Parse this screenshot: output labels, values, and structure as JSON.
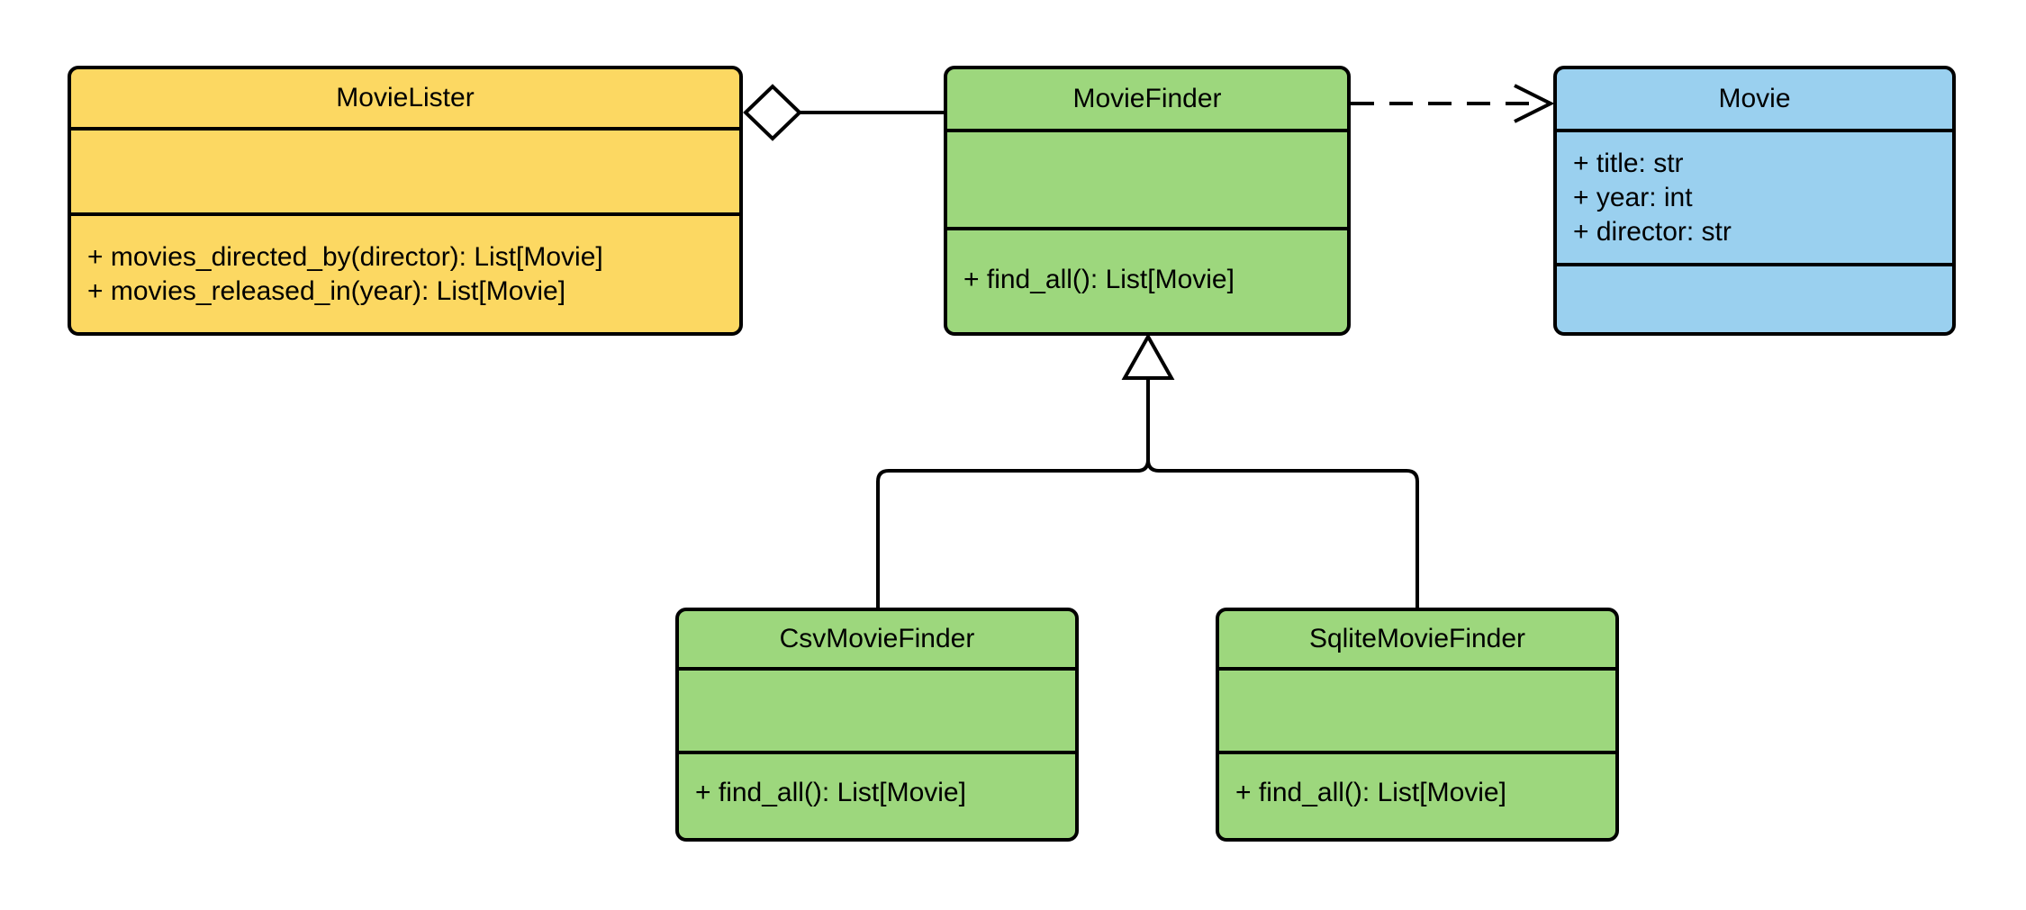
{
  "diagram": {
    "type": "uml-class-diagram",
    "colors": {
      "yellow_fill": "#FCD862",
      "green_fill": "#9DD77D",
      "blue_fill": "#9AD0EF",
      "stroke": "#000000",
      "background": "#FFFFFF"
    },
    "classes": {
      "movie_lister": {
        "name": "MovieLister",
        "fill": "#FCD862",
        "attributes": [],
        "methods": [
          "+ movies_directed_by(director): List[Movie]",
          "+ movies_released_in(year): List[Movie]"
        ]
      },
      "movie_finder": {
        "name": "MovieFinder",
        "fill": "#9DD77D",
        "attributes": [],
        "methods": [
          "+ find_all(): List[Movie]"
        ]
      },
      "movie": {
        "name": "Movie",
        "fill": "#9AD0EF",
        "attributes": [
          "+ title: str",
          "+ year: int",
          "+ director: str"
        ],
        "methods": []
      },
      "csv_movie_finder": {
        "name": "CsvMovieFinder",
        "fill": "#9DD77D",
        "attributes": [],
        "methods": [
          "+ find_all(): List[Movie]"
        ]
      },
      "sqlite_movie_finder": {
        "name": "SqliteMovieFinder",
        "fill": "#9DD77D",
        "attributes": [],
        "methods": [
          "+ find_all(): List[Movie]"
        ]
      }
    },
    "relationships": [
      {
        "type": "aggregation",
        "from": "MovieLister",
        "to": "MovieFinder"
      },
      {
        "type": "dependency",
        "from": "MovieFinder",
        "to": "Movie"
      },
      {
        "type": "generalization",
        "from": "CsvMovieFinder",
        "to": "MovieFinder"
      },
      {
        "type": "generalization",
        "from": "SqliteMovieFinder",
        "to": "MovieFinder"
      }
    ]
  }
}
